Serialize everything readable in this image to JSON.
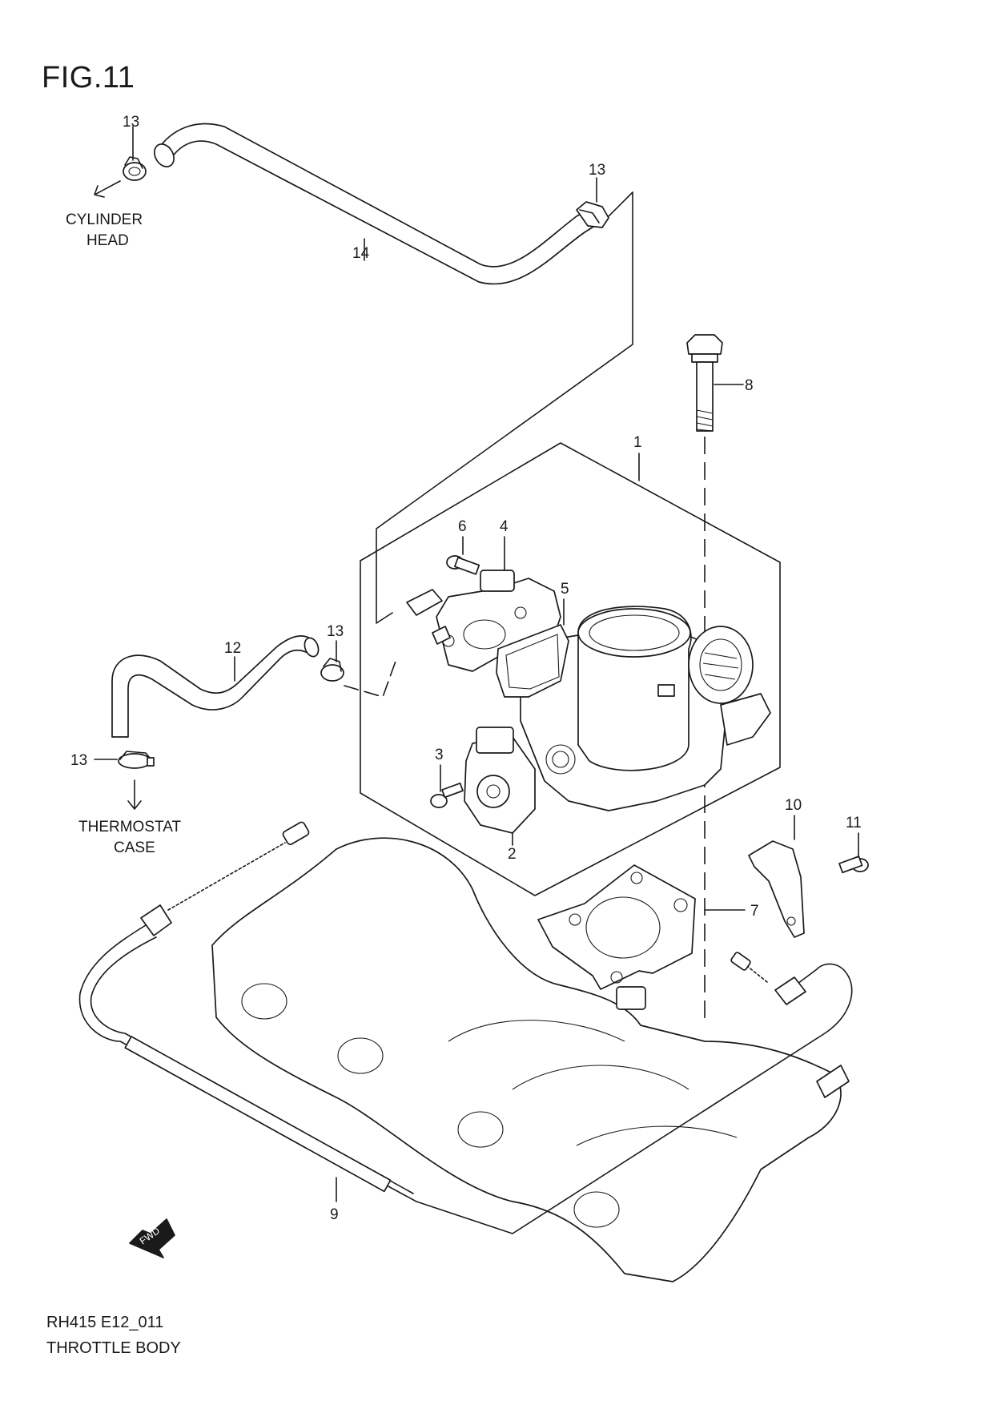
{
  "figure": {
    "title": "FIG.11"
  },
  "footer": {
    "code": "RH415 E12_011",
    "caption": "THROTTLE BODY"
  },
  "callouts": {
    "c1": "1",
    "c2": "2",
    "c3": "3",
    "c4": "4",
    "c5": "5",
    "c6": "6",
    "c7": "7",
    "c8": "8",
    "c9": "9",
    "c10": "10",
    "c11": "11",
    "c12": "12",
    "c13a": "13",
    "c13b": "13",
    "c13c": "13",
    "c13d": "13",
    "c14": "14"
  },
  "destinations": {
    "cylinder_head": [
      "CYLINDER",
      "HEAD"
    ],
    "thermostat_case": [
      "THERMOSTAT",
      "CASE"
    ]
  },
  "direction_marker": {
    "label": "FWD",
    "icon": "fwd-arrow-icon"
  }
}
